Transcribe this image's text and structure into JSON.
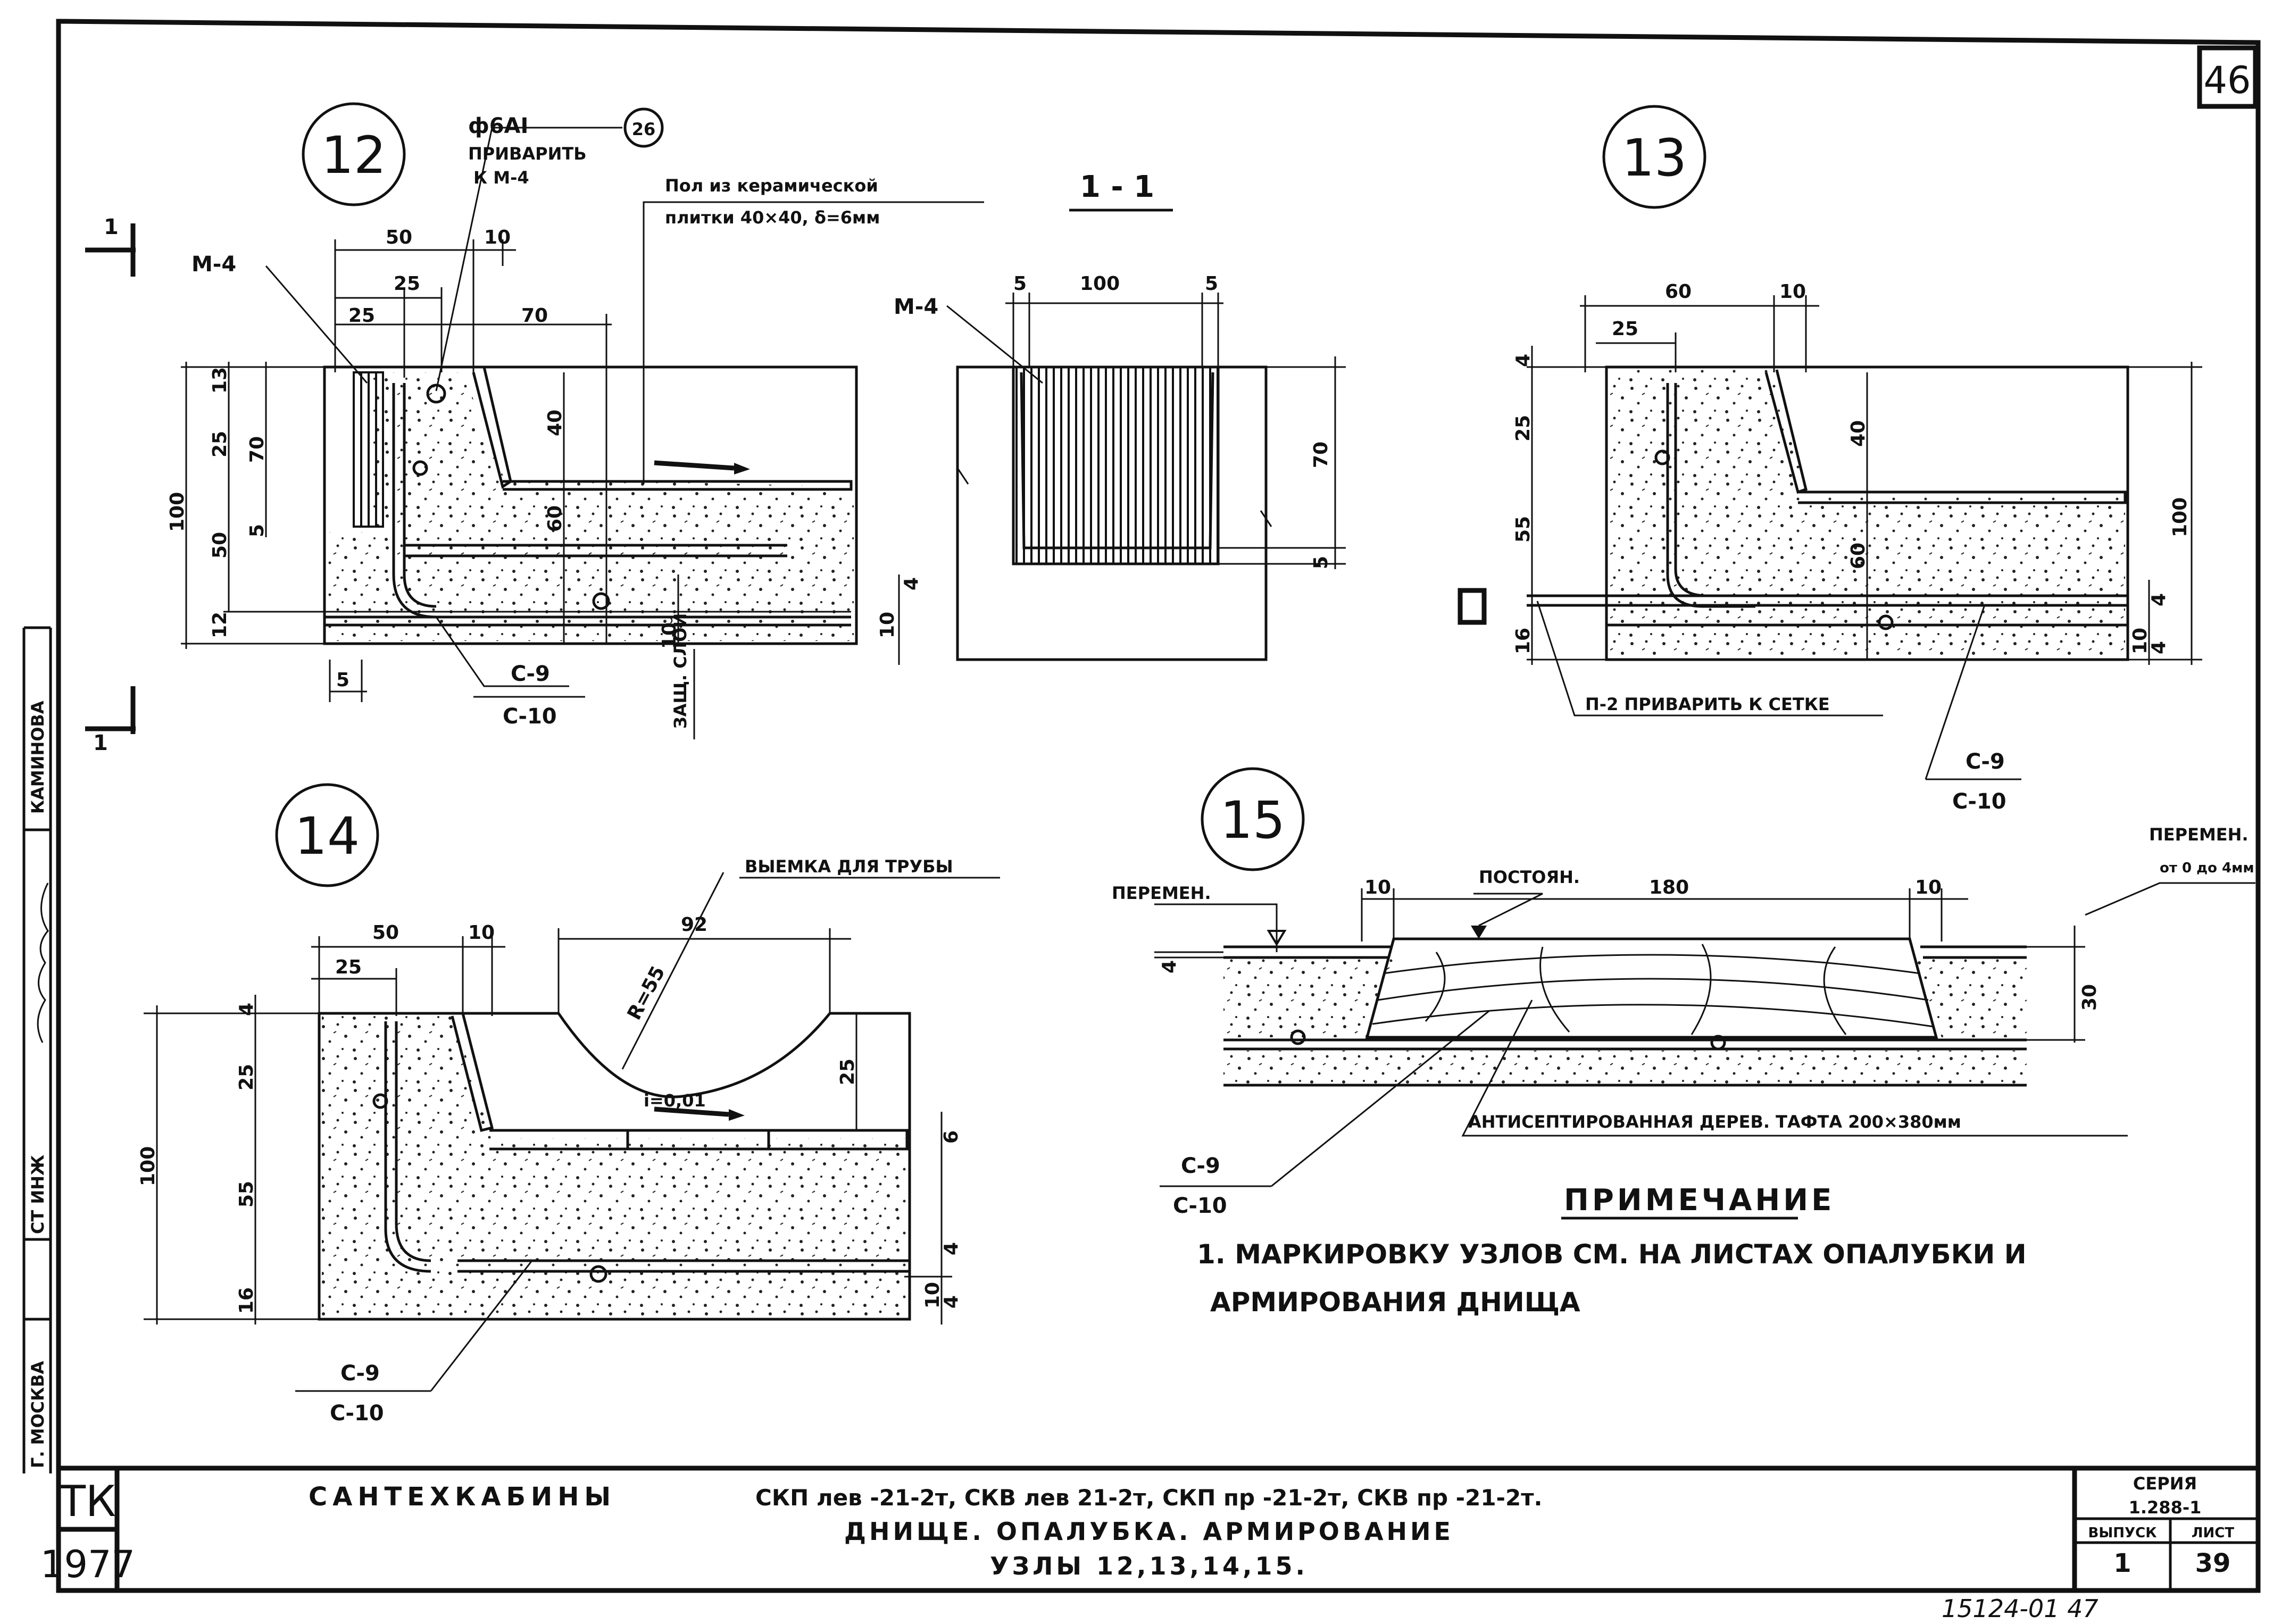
{
  "sheet": {
    "number": "46",
    "bottom_stamp": "15124-01  47"
  },
  "left_stamp": {
    "name": "КАМИНОВА",
    "role": "СТ ИНЖ",
    "city": "Г. МОСКВА"
  },
  "title_block": {
    "tk": "ТК",
    "year": "1977",
    "line1_prefix": "САНТЕХКАБИНЫ",
    "line1_models": "СКП лев -21-2т,  СКВ лев 21-2т, СКП пр -21-2т,   СКВ пр -21-2т.",
    "line2": "ДНИЩЕ. ОПАЛУБКА. АРМИРОВАНИЕ",
    "line3": "УЗЛЫ 12,13,14,15.",
    "series_label": "СЕРИЯ",
    "series_value": "1.288-1",
    "issue_label": "ВЫПУСК",
    "issue_value": "1",
    "sheet_label": "ЛИСТ",
    "sheet_value": "39"
  },
  "node12": {
    "id": "12",
    "bar": "ф6АI",
    "bar_pos": "26",
    "weld_note": "ПРИВАРИТЬ",
    "weld_to": "К М-4",
    "floor_note1": "Пол из керамической",
    "floor_note2": "плитки 40×40, δ=6мм",
    "embedded": "М-4",
    "section_mark": "1",
    "mesh_top": "С-9",
    "mesh_bottom": "С-10",
    "cover": "ЗАЩ. СЛОЙ",
    "dims": {
      "d50": "50",
      "d10": "10",
      "d25a": "25",
      "d25b": "25",
      "d70": "70",
      "d100": "100",
      "d13": "13",
      "d25c": "25",
      "d70v": "70",
      "d50v": "50",
      "d5": "5",
      "d12": "12",
      "d40": "40",
      "d60": "60",
      "d10b": "10",
      "d4": "4",
      "d10c": "10",
      "d5b": "5"
    }
  },
  "section11": {
    "title": "1 - 1",
    "embedded": "М-4",
    "dims": {
      "d5a": "5",
      "d100": "100",
      "d5b": "5",
      "d70": "70",
      "d5c": "5"
    }
  },
  "node13": {
    "id": "13",
    "weld_note": "П-2 ПРИВАРИТЬ К СЕТКЕ",
    "mesh_top": "С-9",
    "mesh_bottom": "С-10",
    "dims": {
      "d60": "60",
      "d10": "10",
      "d25": "25",
      "d4": "4",
      "d25v": "25",
      "d55": "55",
      "d16": "16",
      "d40": "40",
      "d60v": "60",
      "d100": "100",
      "d4b": "4",
      "d10b": "10",
      "d4c": "4"
    }
  },
  "node14": {
    "id": "14",
    "recess_note": "ВЫЕМКА ДЛЯ ТРУБЫ",
    "radius": "R=55",
    "slope": "i=0,01",
    "mesh_top": "С-9",
    "mesh_bottom": "С-10",
    "dims": {
      "d50": "50",
      "d10": "10",
      "d25": "25",
      "d92": "92",
      "d4": "4",
      "d25v": "25",
      "d55": "55",
      "d16": "16",
      "d100": "100",
      "d25r": "25",
      "d6": "6",
      "d4b": "4",
      "d4c": "4"
    }
  },
  "node15": {
    "id": "15",
    "variable_left": "ПЕРЕМЕН.",
    "constant": "ПОСТОЯН.",
    "variable_right": "ПЕРЕМЕН.",
    "variable_range": "от 0 до 4мм",
    "timber": "АНТИСЕПТИРОВАННАЯ ДЕРЕВ. ТАФТА 200×380мм",
    "mesh_top": "С-9",
    "mesh_bottom": "С-10",
    "dims": {
      "d10a": "10",
      "d180": "180",
      "d10b": "10",
      "d4": "4",
      "d30": "30"
    }
  },
  "note": {
    "heading": "ПРИМЕЧАНИЕ",
    "line1": "1. МАРКИРОВКУ УЗЛОВ СМ. НА ЛИСТАХ ОПАЛУБКИ И",
    "line2": "АРМИРОВАНИЯ ДНИЩА"
  }
}
